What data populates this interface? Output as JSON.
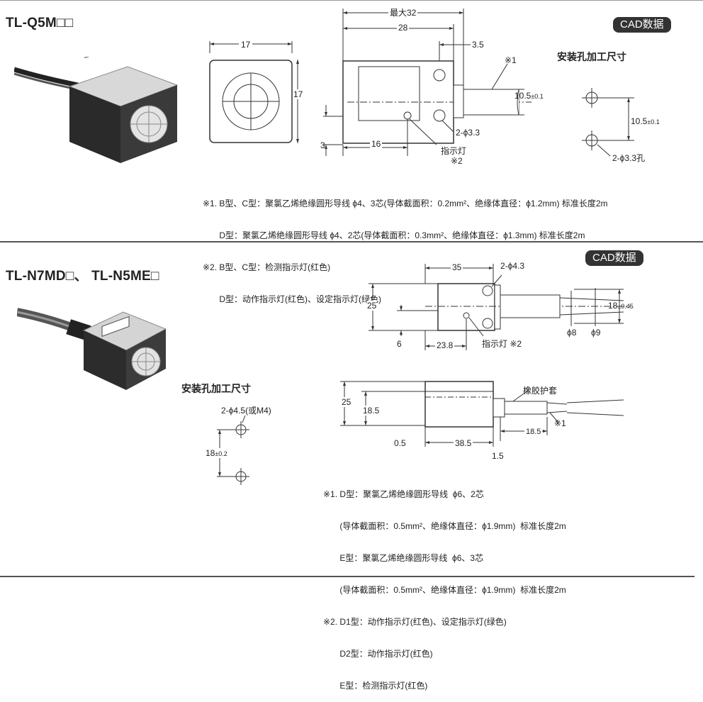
{
  "section1": {
    "title": "TL-Q5M□□",
    "cad": "CAD数据",
    "mount_title": "安装孔加工尺寸",
    "dims": {
      "max32": "最大32",
      "d28": "28",
      "d17w": "17",
      "d17h": "17",
      "d3_5": "3.5",
      "d3": "3",
      "d16": "16",
      "d10_5": "10.5",
      "tol01": "±0.1",
      "mark1": "※1",
      "hole": "2-ϕ3.3",
      "indicator": "指示灯",
      "mark2": "※2",
      "mount10_5": "10.5",
      "mount_tol": "±0.1",
      "mount_hole": "2-ϕ3.3孔"
    },
    "notes": [
      "※1. B型、C型：聚氯乙烯绝缘圆形导线 ϕ4、3芯(导体截面积：0.2mm²、绝缘体直径：ϕ1.2mm) 标准长度2m",
      "       D型：聚氯乙烯绝缘圆形导线 ϕ4、2芯(导体截面积：0.3mm²、绝缘体直径：ϕ1.3mm) 标准长度2m",
      "※2. B型、C型：检测指示灯(红色)",
      "       D型：动作指示灯(红色)、设定指示灯(绿色)"
    ]
  },
  "section2": {
    "title": "TL-N7MD□、 TL-N5ME□",
    "cad": "CAD数据",
    "mount_title": "安装孔加工尺寸",
    "dims": {
      "d35": "35",
      "hole43": "2-ϕ4.3",
      "d25": "25",
      "d18": "18",
      "tol045": "±0.45",
      "d6": "6",
      "d23_8": "23.8",
      "indicator": "指示灯 ※2",
      "phi8": "ϕ8",
      "phi9": "ϕ9",
      "rubber": "橡胶护套",
      "s25": "25",
      "s18_5": "18.5",
      "s0_5": "0.5",
      "s38_5": "38.5",
      "s1_5": "1.5",
      "s18_5b": "18.5",
      "mark1": "※1",
      "mount_hole": "2-ϕ4.5(或M4)",
      "mount18": "18",
      "mount_tol": "±0.2"
    },
    "notes": [
      "※1. D型：聚氯乙烯绝缘圆形导线  ϕ6、2芯",
      "       (导体截面积：0.5mm²、绝缘体直径：ϕ1.9mm)  标准长度2m",
      "       E型：聚氯乙烯绝缘圆形导线  ϕ6、3芯",
      "       (导体截面积：0.5mm²、绝缘体直径：ϕ1.9mm)  标准长度2m",
      "※2. D1型：动作指示灯(红色)、设定指示灯(绿色)",
      "       D2型：动作指示灯(红色)",
      "       E型：检测指示灯(红色)"
    ]
  }
}
